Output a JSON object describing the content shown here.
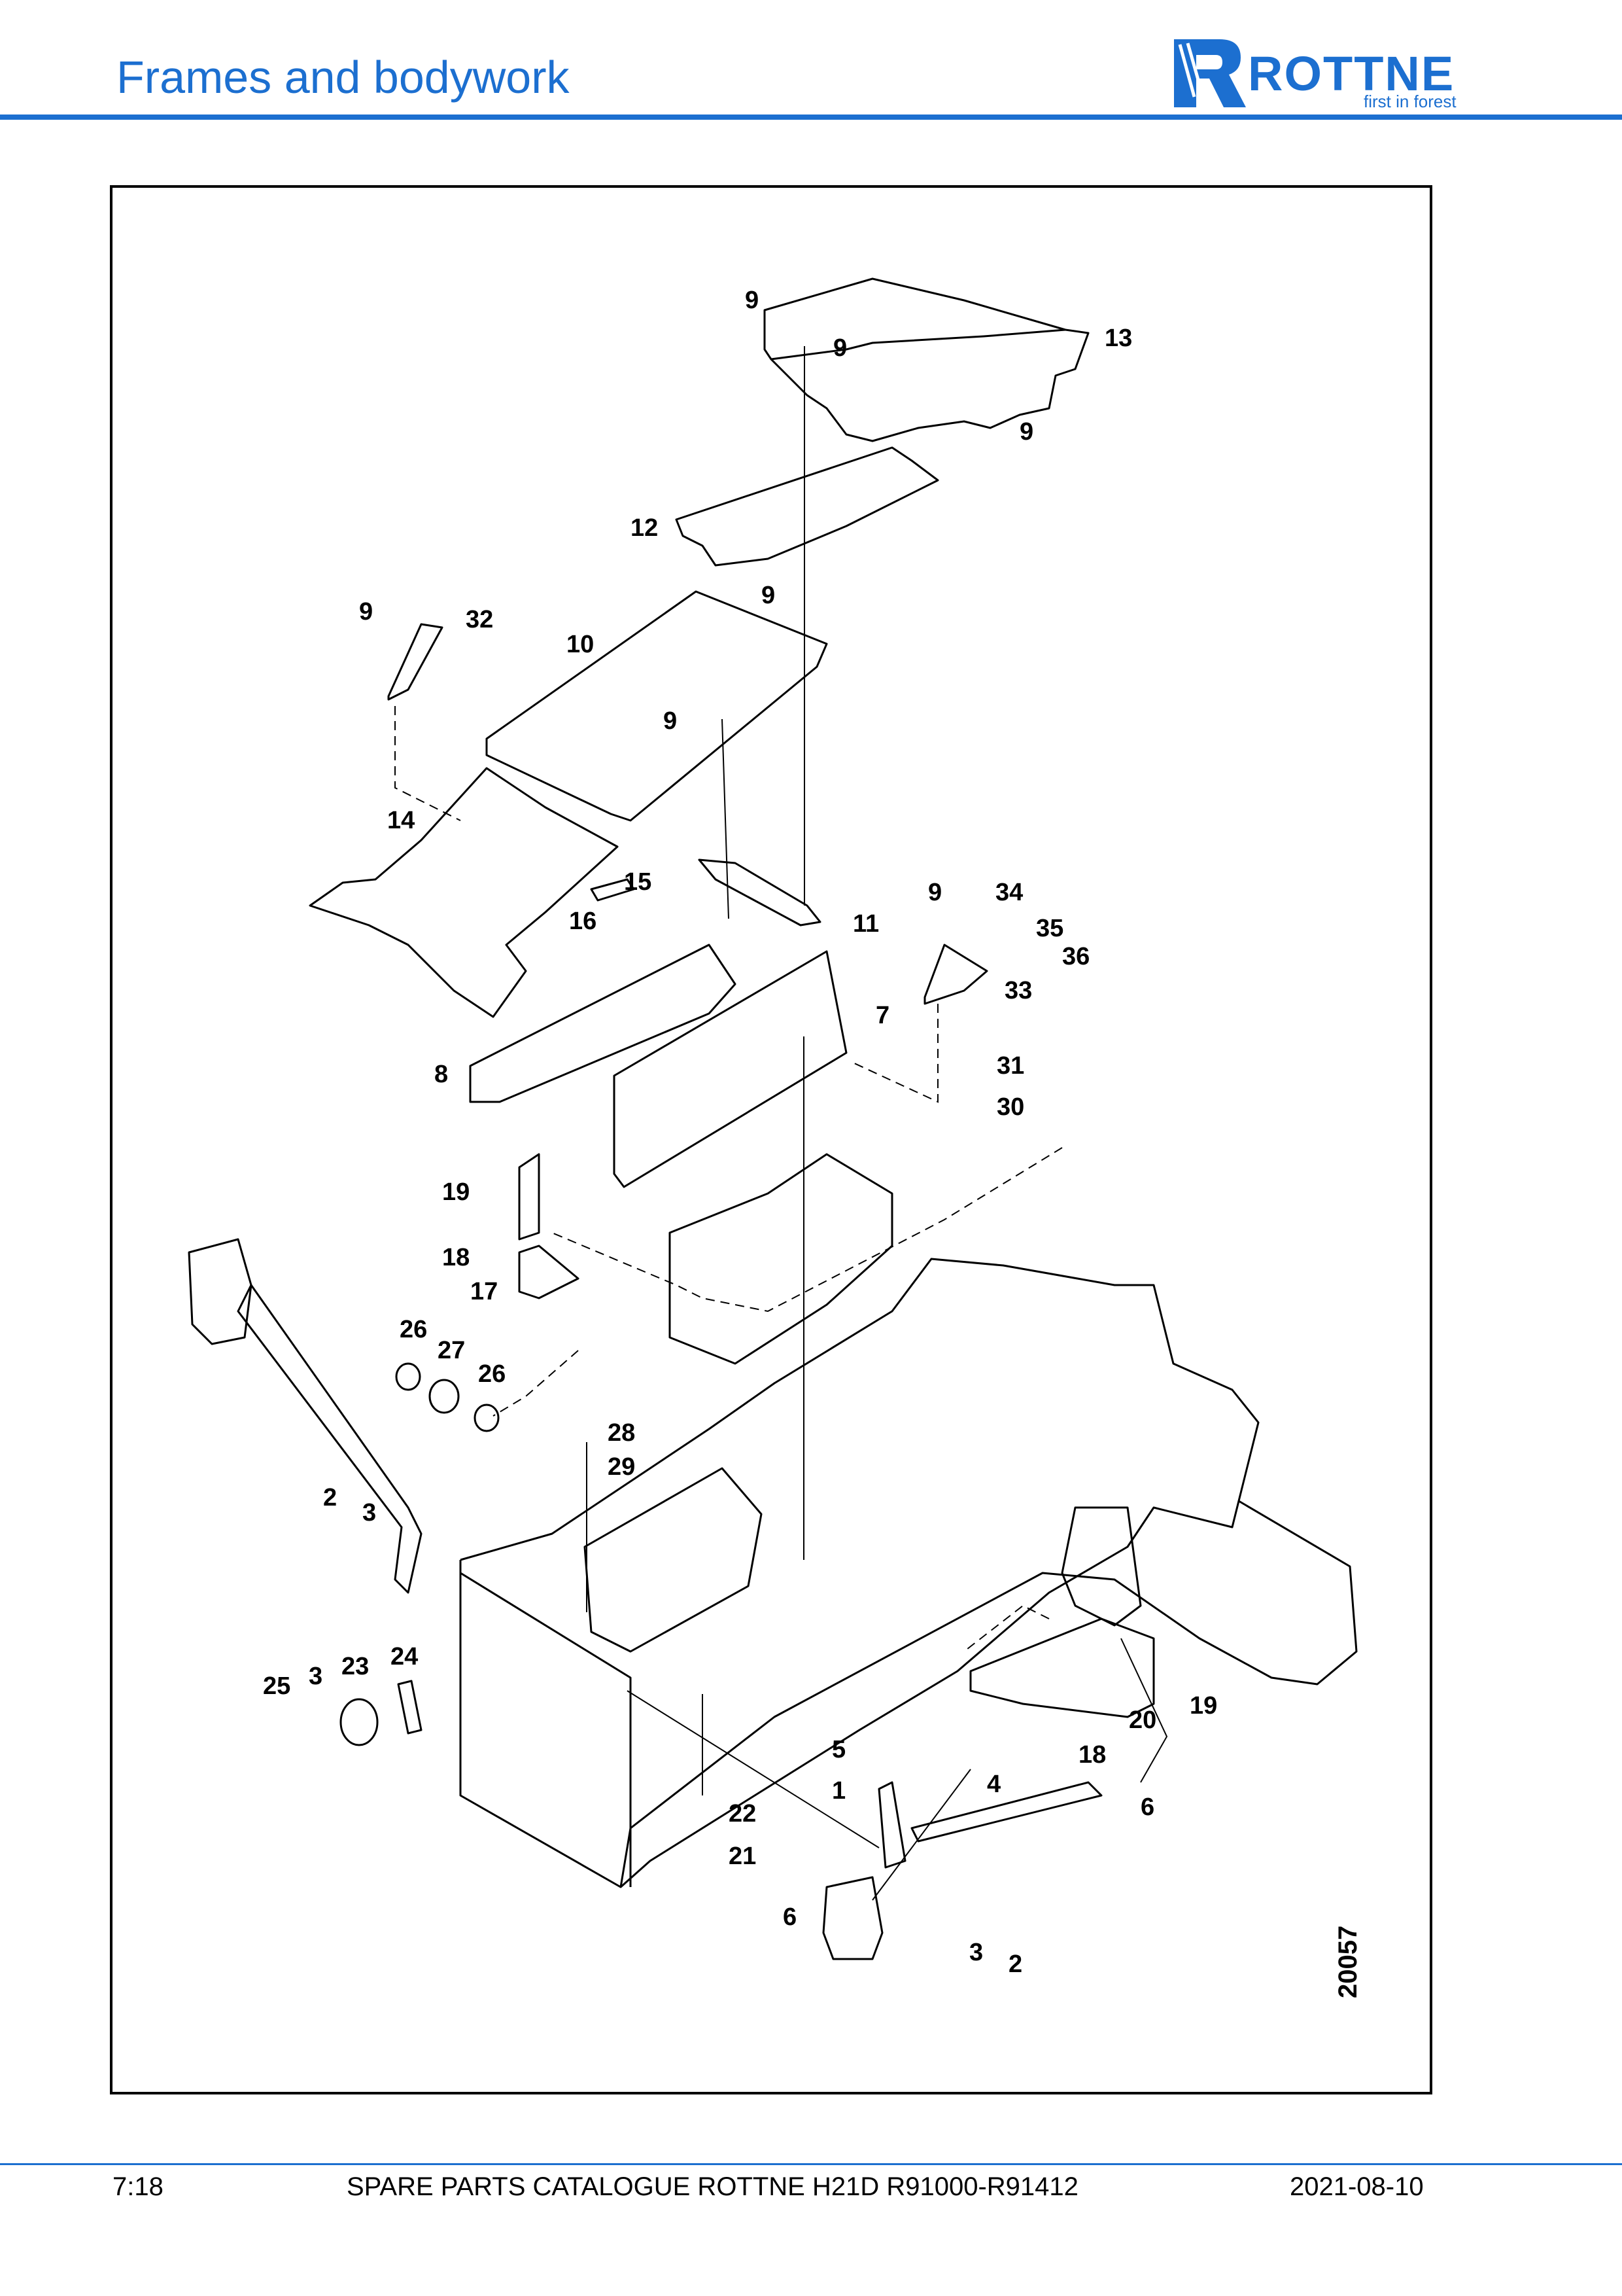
{
  "header": {
    "title": "Frames and bodywork",
    "accent_color": "#1c6fd0",
    "logo": {
      "name": "ROTTNE",
      "tagline": "first in forest"
    }
  },
  "drawing": {
    "number": "20057",
    "callouts": [
      "9",
      "9",
      "13",
      "9",
      "12",
      "9",
      "32",
      "10",
      "9",
      "9",
      "14",
      "15",
      "16",
      "11",
      "9",
      "34",
      "35",
      "36",
      "33",
      "7",
      "8",
      "31",
      "30",
      "19",
      "18",
      "17",
      "26",
      "27",
      "26",
      "28",
      "29",
      "2",
      "3",
      "25",
      "3",
      "23",
      "24",
      "22",
      "21",
      "5",
      "1",
      "4",
      "6",
      "20",
      "19",
      "18",
      "6",
      "3",
      "2"
    ]
  },
  "footer": {
    "page": "7:18",
    "catalogue": "SPARE PARTS CATALOGUE ROTTNE H21D R91000-R91412",
    "date": "2021-08-10"
  }
}
